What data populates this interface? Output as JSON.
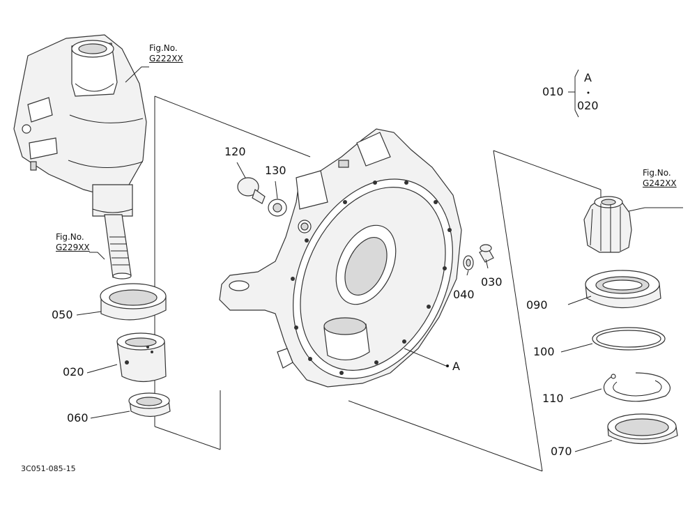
{
  "fig_refs": {
    "g222": {
      "prefix": "Fig.No.",
      "ref": "G222XX"
    },
    "g229": {
      "prefix": "Fig.No.",
      "ref": "G229XX"
    },
    "g242": {
      "prefix": "Fig.No.",
      "ref": "G242XX"
    }
  },
  "assembly": {
    "top": "010",
    "letter": "A",
    "bottom": "020"
  },
  "callouts": {
    "p120": "120",
    "p130": "130",
    "p040": "040",
    "p030": "030",
    "p050": "050",
    "p020": "020",
    "p060": "060",
    "p090": "090",
    "p100": "100",
    "p110": "110",
    "p070": "070",
    "pointA": "A"
  },
  "drawing_code": "3C051-085-15"
}
